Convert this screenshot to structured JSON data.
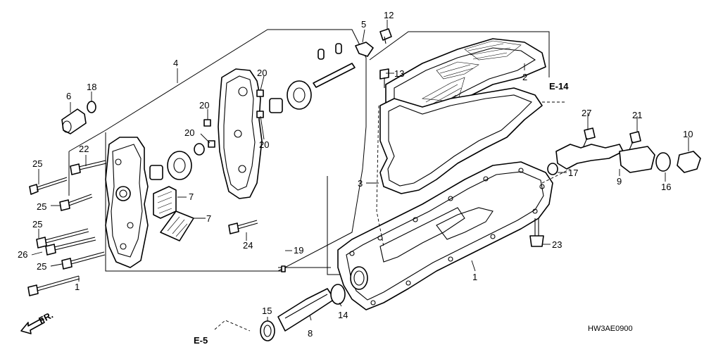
{
  "callouts": {
    "c1a": "1",
    "c1b": "1",
    "c2": "2",
    "c3": "3",
    "c4": "4",
    "c5": "5",
    "c6": "6",
    "c7a": "7",
    "c7b": "7",
    "c8": "8",
    "c9": "9",
    "c10": "10",
    "c12": "12",
    "c13": "13",
    "c14": "14",
    "c15": "15",
    "c16": "16",
    "c17": "17",
    "c18": "18",
    "c19": "19",
    "c20a": "20",
    "c20b": "20",
    "c20c": "20",
    "c20d": "20",
    "c21": "21",
    "c22": "22",
    "c23": "23",
    "c24": "24",
    "c25a": "25",
    "c25b": "25",
    "c25c": "25",
    "c25d": "25",
    "c26": "26",
    "c27": "27"
  },
  "refs": {
    "e14": "E-14",
    "e5": "E-5",
    "fr": "FR."
  },
  "diagram_code": "HW3AE0900"
}
